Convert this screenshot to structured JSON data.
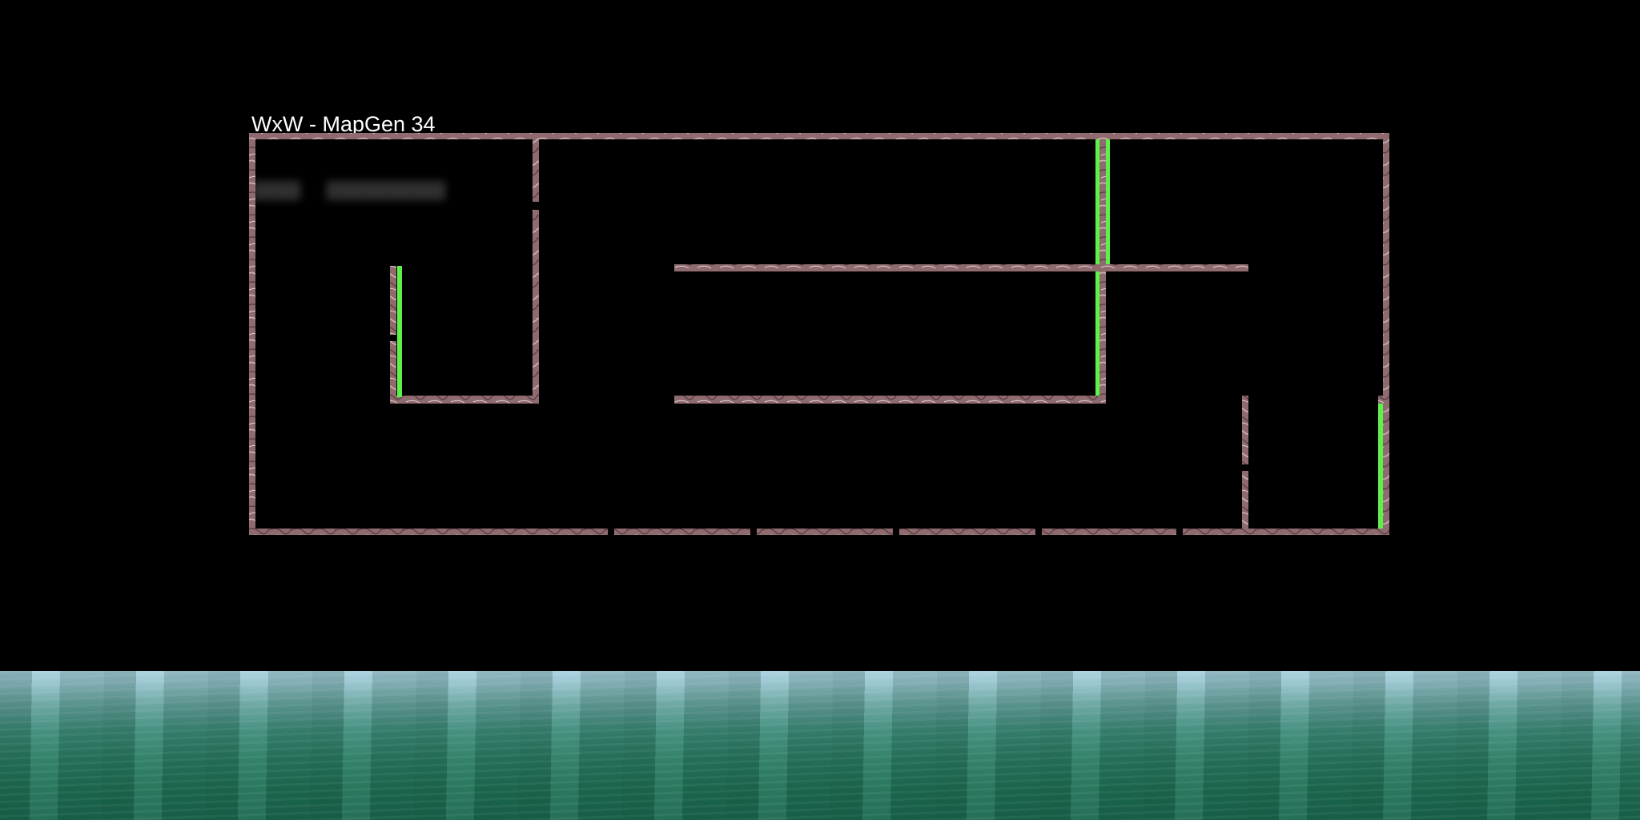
{
  "hud": {
    "map_title": "WxW - MapGen 34"
  },
  "colors": {
    "background": "#000000",
    "wall": "#8f6b6f",
    "door_green": "#5cf24a",
    "ground_top": "#b4d6ea",
    "ground_bottom": "#1a6650"
  },
  "scene": {
    "walls_texture": "marble-wall",
    "doors": "green-energy-barrier",
    "ground": "water-terrain"
  }
}
